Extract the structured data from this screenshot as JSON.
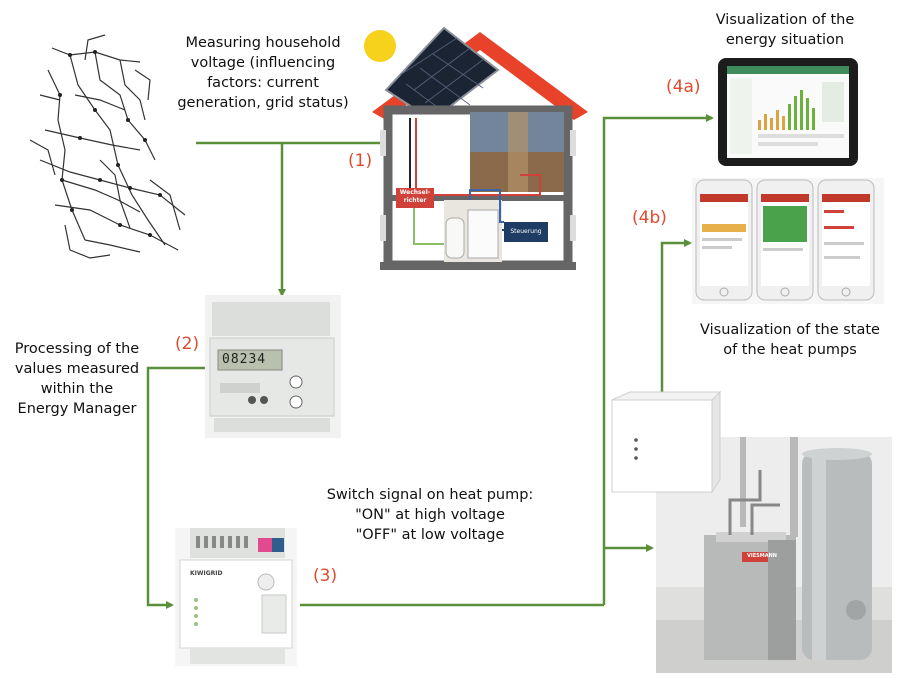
{
  "labels": {
    "measuring": [
      "Measuring household",
      "voltage (influencing",
      "factors: current",
      "generation, grid status)"
    ],
    "processing": [
      "Processing of the",
      "values measured",
      "within the",
      "Energy Manager"
    ],
    "switch_signal": [
      "Switch signal on heat pump:",
      "\"ON\" at high voltage",
      "\"OFF\" at low voltage"
    ],
    "vis_energy": [
      "Visualization of the",
      "energy situation"
    ],
    "vis_heatpump": [
      "Visualization of the state",
      "of the heat pumps"
    ]
  },
  "steps": {
    "s1": "(1)",
    "s2": "(2)",
    "s3": "(3)",
    "s4a": "(4a)",
    "s4b": "(4b)"
  },
  "house_labels": {
    "inverter": [
      "Wechsel-",
      "richter"
    ],
    "control": "Steuerung"
  },
  "device_labels": {
    "gateway_brand": "KIWIGRID",
    "heatpump_brand": "VIESMANN",
    "meter_display": "08234"
  },
  "colors": {
    "connector": "#5a8f3c",
    "step_label": "#e04a2f",
    "roof": "#e8432a",
    "house_wall": "#666666",
    "inverter": "#d0413a",
    "control": "#1e3c64"
  }
}
